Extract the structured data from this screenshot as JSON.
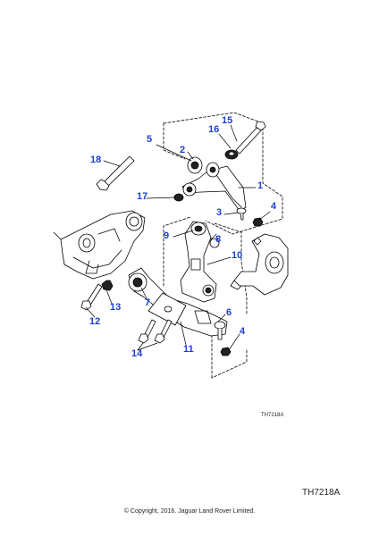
{
  "callouts": {
    "c1": "1",
    "c2": "2",
    "c3": "3",
    "c4a": "4",
    "c4b": "4",
    "c5": "5",
    "c6": "6",
    "c7": "7",
    "c8": "8",
    "c9": "9",
    "c10": "10",
    "c11": "11",
    "c12": "12",
    "c13": "13",
    "c14": "14",
    "c15": "15",
    "c16": "16",
    "c17": "17",
    "c18": "18"
  },
  "reference_small": "TH7218A",
  "reference_large": "TH7218A",
  "copyright": "© Copyright, 2016. Jaguar Land Rover Limited.",
  "colors": {
    "callout": "#1a3fd6",
    "line": "#000000",
    "background": "#ffffff"
  }
}
